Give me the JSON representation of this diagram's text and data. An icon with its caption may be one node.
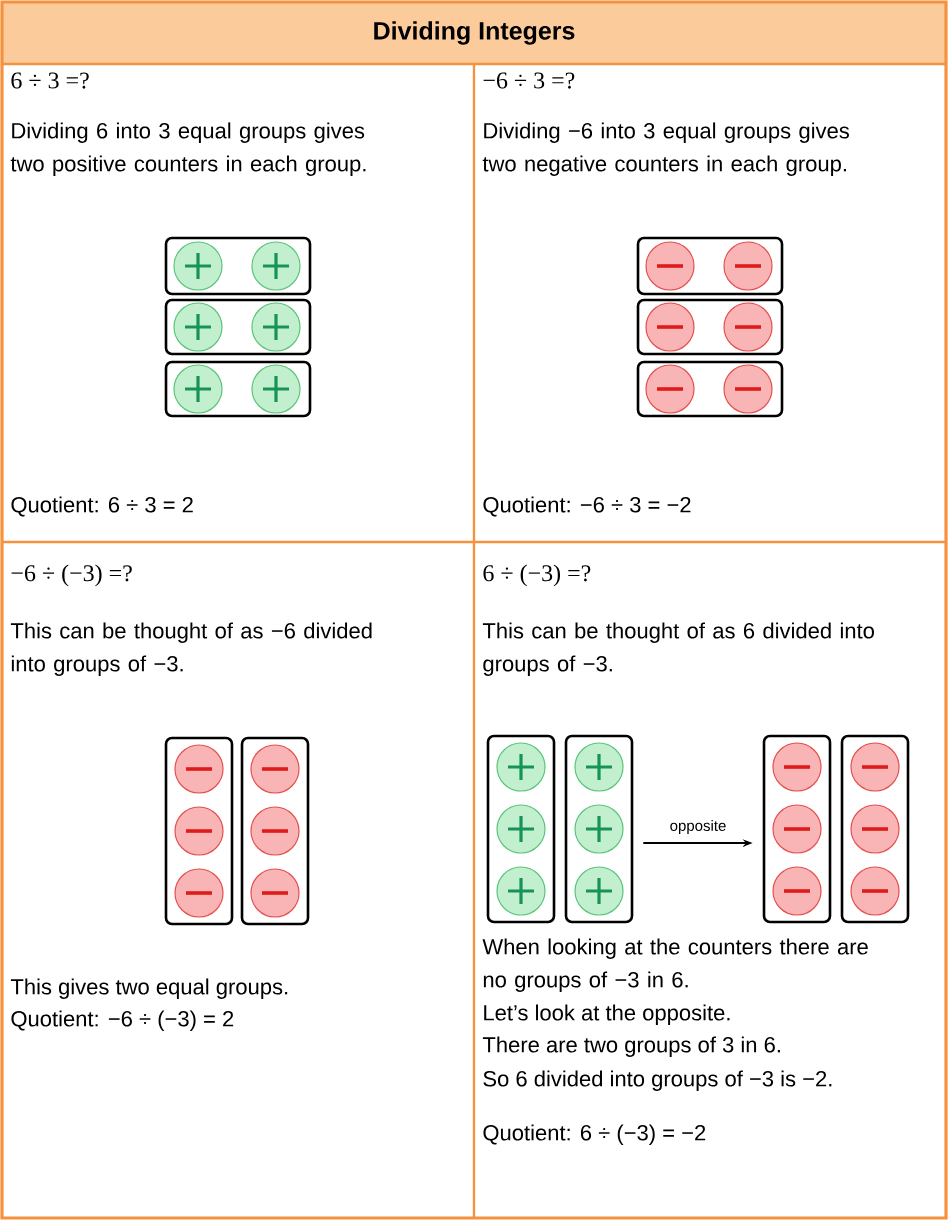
{
  "diagram": {
    "title": "Dividing Integers",
    "nodes": [
      {
        "text": [],
        "shape": "box"
      },
      {
        "text": [],
        "shape": "box"
      },
      {
        "text": [],
        "shape": "box"
      },
      {
        "text": [],
        "shape": "box"
      },
      {
        "text": [],
        "shape": "box"
      },
      {
        "text": [],
        "shape": "box"
      },
      {
        "text": [],
        "shape": "box"
      },
      {
        "text": [],
        "shape": "box"
      },
      {
        "text": [],
        "shape": "box"
      },
      {
        "text": [],
        "shape": "box"
      },
      {
        "text": [],
        "shape": "box"
      },
      {
        "text": [],
        "shape": "box"
      }
    ],
    "edges": [
      {
        "from": 9,
        "to": 10,
        "arrow": "to",
        "label": "opposite"
      }
    ],
    "labels": [
      "6 ÷ 3 =?",
      "Dividing 6 into 3 equal groups gives two positive counters in each group.",
      "Quotient: 6 ÷ 3 = 2",
      "−6 ÷ 3 =?",
      "Dividing −6 into 3 equal groups gives two negative counters in each group.",
      "Quotient: −6 ÷ 3 = −2",
      "−6 ÷ (−3) =?",
      "This can be thought of as −6 divided into groups of −3.",
      "This gives two equal groups.",
      "Quotient: −6 ÷ (−3) = 2",
      "6 ÷ (−3) =?",
      "This can be thought of as 6 divided into groups of −3.",
      "When looking at the counters there are no groups of −3 in 6.",
      "Let’s look at the opposite.",
      "There are two groups of 3 in 6.",
      "So 6 divided into groups of −3 is −2.",
      "Quotient: 6 ÷ (−3) = −2"
    ]
  }
}
